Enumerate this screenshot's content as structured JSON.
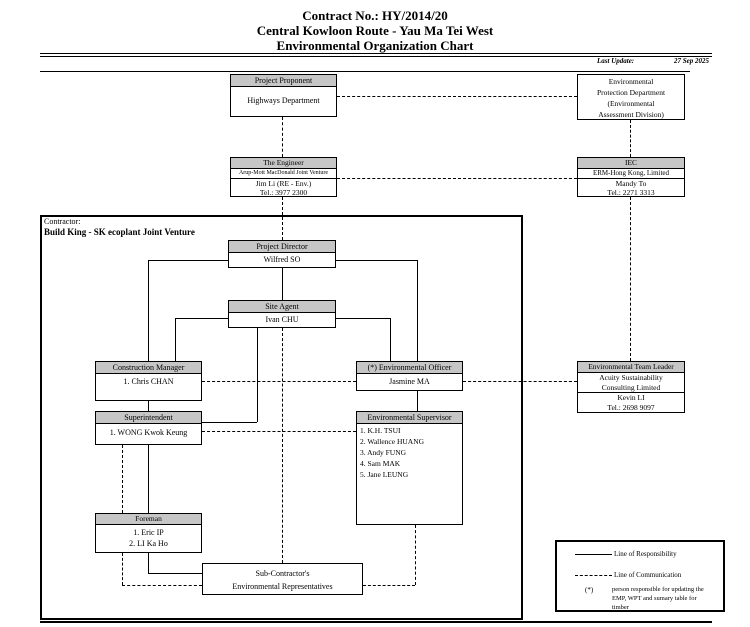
{
  "header": {
    "title_line1": "Contract No.: HY/2014/20",
    "title_line2": "Central Kowloon Route - Yau Ma Tei West",
    "title_line3": "Environmental Organization Chart",
    "last_update_label": "Last Update:",
    "last_update_value": "27 Sep 2025"
  },
  "boxes": {
    "project_proponent": {
      "header": "Project Proponent",
      "body": "Highways Department"
    },
    "epd": {
      "lines": [
        "Environmental",
        "Protection Department",
        "(Environmental",
        "Assessment Division)"
      ]
    },
    "engineer": {
      "header": "The Engineer",
      "subheader": "Arup-Mott MacDonald Joint Venture",
      "person": "Jim Li (RE - Env.)",
      "tel": "Tel.: 3977 2300"
    },
    "iec": {
      "header": "IEC",
      "subheader": "ERM-Hong Kong, Limited",
      "person": "Mandy To",
      "tel": "Tel.: 2271 3313"
    },
    "contractor_label": "Contractor:",
    "contractor_name": "Build King - SK ecoplant Joint Venture",
    "project_director": {
      "header": "Project Director",
      "body": "Wilfred SO"
    },
    "site_agent": {
      "header": "Site Agent",
      "body": "Ivan CHU"
    },
    "construction_manager": {
      "header": "Construction Manager",
      "body": "1. Chris CHAN"
    },
    "environmental_officer": {
      "header": "(*) Environmental Officer",
      "body": "Jasmine MA"
    },
    "environmental_team_leader": {
      "header": "Environmental Team Leader",
      "company_line1": "Acuity Sustainability",
      "company_line2": "Consulting Limited",
      "person": "Kevin LI",
      "tel": "Tel.: 2698 9097"
    },
    "superintendent": {
      "header": "Superintendent",
      "body": "1. WONG Kwok Keung"
    },
    "environmental_supervisor": {
      "header": "Environmental Supervisor",
      "members": [
        "1. K.H. TSUI",
        "2. Wallence HUANG",
        "3. Andy FUNG",
        "4. Sam MAK",
        "5. Jane LEUNG"
      ]
    },
    "foreman": {
      "header": "Foreman",
      "members": [
        "1. Eric IP",
        "2. LI Ka Ho"
      ]
    },
    "subcontractor": {
      "line1": "Sub-Contractor's",
      "line2": "Environmental Representatives"
    }
  },
  "legend": {
    "responsibility": "Line of Responsibility",
    "communication": "Line of Communication",
    "asterisk": "(*)",
    "note_lines": [
      "person responsible for updating the",
      "EMP, WPT and sumary table for",
      "timber"
    ]
  },
  "colors": {
    "header_bg": "#c6c6c6",
    "line": "#000000",
    "background": "#ffffff"
  }
}
